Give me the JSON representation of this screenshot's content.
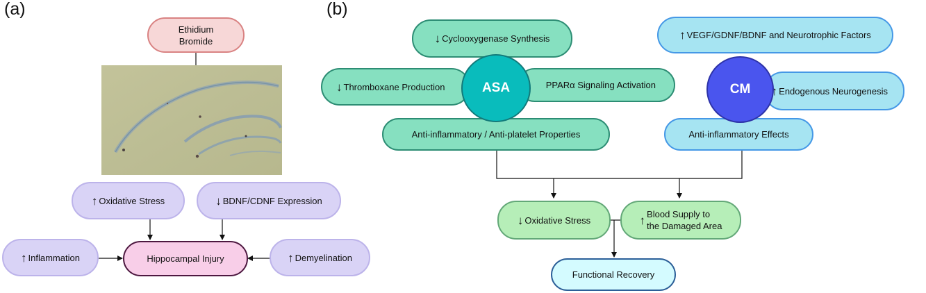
{
  "panel_a": {
    "label": "(a)",
    "source": "Ethidium Bromide",
    "up1": "Oxidative Stress",
    "down1": "BDNF/CDNF Expression",
    "up2": "Inflammation",
    "center": "Hippocampal Injury",
    "up3": "Demyelination"
  },
  "panel_b": {
    "label": "(b)",
    "asa": {
      "name": "ASA",
      "cox": "Cyclooxygenase Synthesis",
      "thromboxane": "Thromboxane Production",
      "ppar": "PPARα Signaling Activation",
      "anti": "Anti-inflammatory / Anti-platelet Properties"
    },
    "cm": {
      "name": "CM",
      "vegf": "VEGF/GDNF/BDNF and Neurotrophic Factors",
      "neuro": "Endogenous Neurogenesis",
      "anti": "Anti-inflammatory Effects"
    },
    "oxidative": "Oxidative Stress",
    "blood_line1": "Blood Supply to",
    "blood_line2": "the Damaged Area",
    "recovery": "Functional Recovery"
  },
  "symbols": {
    "up": "↑",
    "down": "↓"
  },
  "colors": {
    "teal": "#86e0c0",
    "blue": "#a6e4f2",
    "purple": "#d9d3f6",
    "pink": "#f8cee8",
    "green": "#b6eeb8",
    "cyan": "#d4fbff",
    "asa_circle": "#09bcbc",
    "cm_circle": "#4a55ee"
  }
}
